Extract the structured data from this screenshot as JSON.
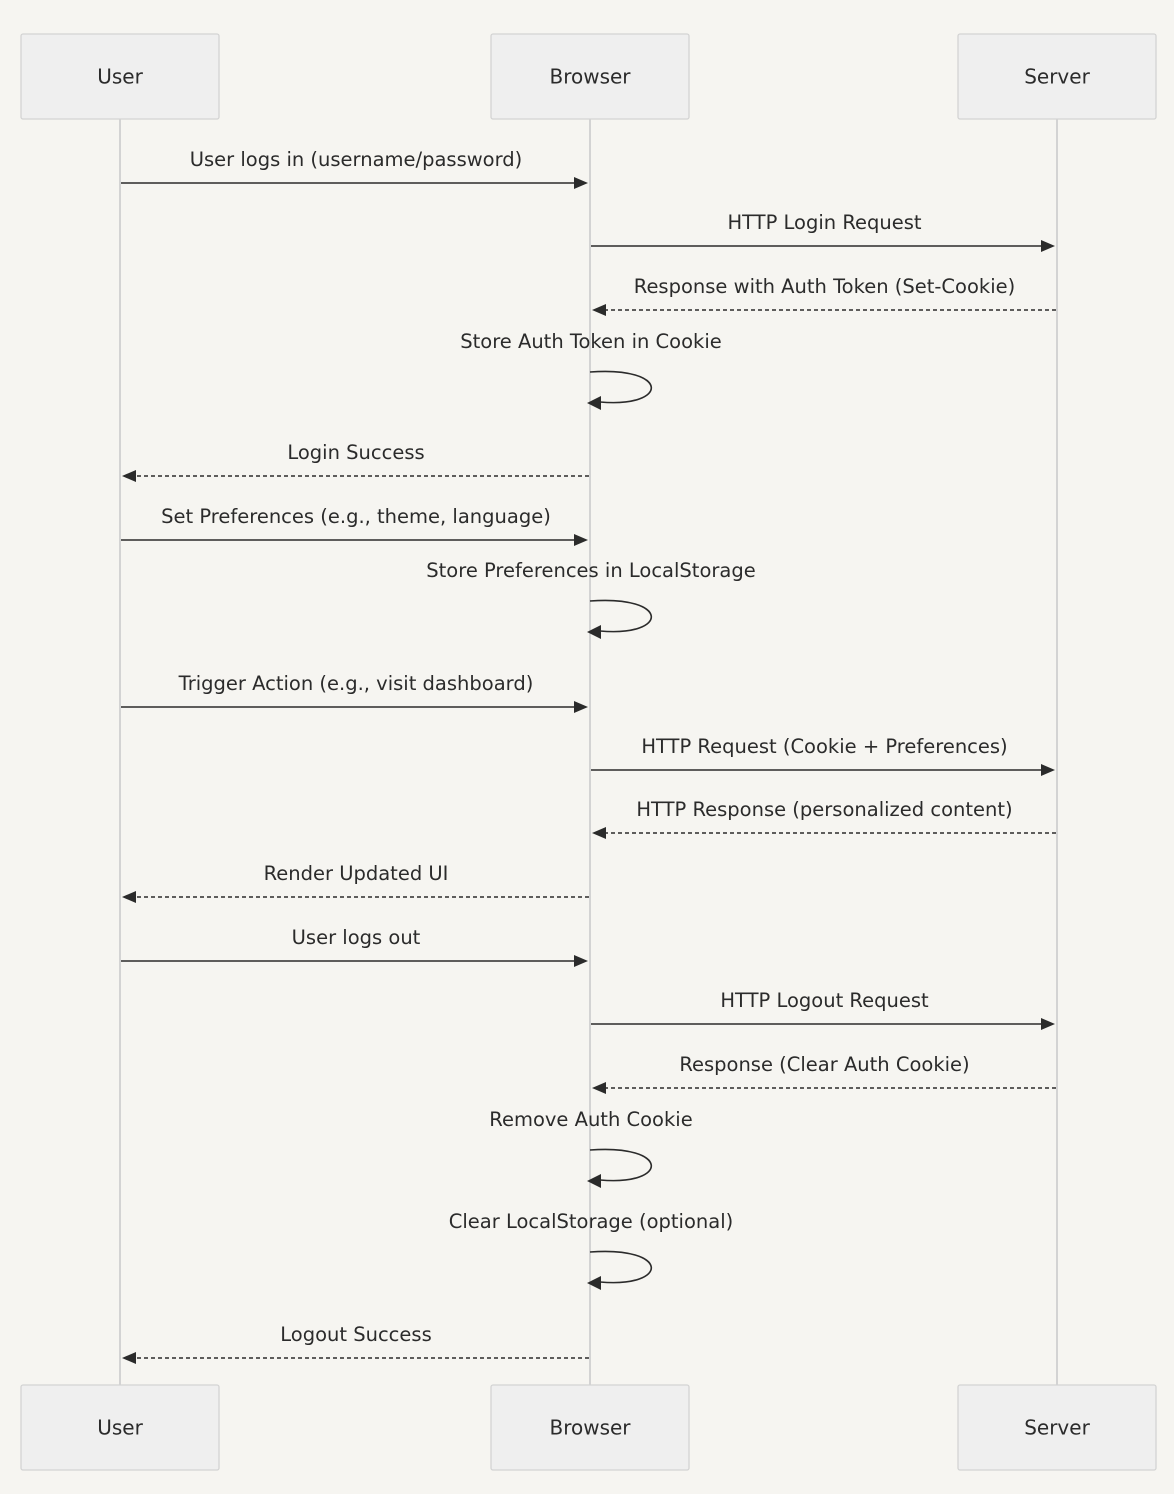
{
  "colors": {
    "background": "#f6f5f1",
    "actor_fill": "#efefef",
    "actor_border": "#d3d3d3",
    "lifeline": "#d3d3d3",
    "line": "#2b2b2b",
    "text": "#2b2b2b"
  },
  "actors": [
    {
      "id": "user",
      "label": "User"
    },
    {
      "id": "browser",
      "label": "Browser"
    },
    {
      "id": "server",
      "label": "Server"
    }
  ],
  "messages": [
    {
      "from": "user",
      "to": "browser",
      "style": "solid",
      "label": "User logs in (username/password)"
    },
    {
      "from": "browser",
      "to": "server",
      "style": "solid",
      "label": "HTTP Login Request"
    },
    {
      "from": "server",
      "to": "browser",
      "style": "dashed",
      "label": "Response with Auth Token (Set-Cookie)"
    },
    {
      "from": "browser",
      "to": "browser",
      "style": "solid",
      "label": "Store Auth Token in Cookie"
    },
    {
      "from": "browser",
      "to": "user",
      "style": "dashed",
      "label": "Login Success"
    },
    {
      "from": "user",
      "to": "browser",
      "style": "solid",
      "label": "Set Preferences (e.g., theme, language)"
    },
    {
      "from": "browser",
      "to": "browser",
      "style": "solid",
      "label": "Store Preferences in LocalStorage"
    },
    {
      "from": "user",
      "to": "browser",
      "style": "solid",
      "label": "Trigger Action (e.g., visit dashboard)"
    },
    {
      "from": "browser",
      "to": "server",
      "style": "solid",
      "label": "HTTP Request (Cookie + Preferences)"
    },
    {
      "from": "server",
      "to": "browser",
      "style": "dashed",
      "label": "HTTP Response (personalized content)"
    },
    {
      "from": "browser",
      "to": "user",
      "style": "dashed",
      "label": "Render Updated UI"
    },
    {
      "from": "user",
      "to": "browser",
      "style": "solid",
      "label": "User logs out"
    },
    {
      "from": "browser",
      "to": "server",
      "style": "solid",
      "label": "HTTP Logout Request"
    },
    {
      "from": "server",
      "to": "browser",
      "style": "dashed",
      "label": "Response (Clear Auth Cookie)"
    },
    {
      "from": "browser",
      "to": "browser",
      "style": "solid",
      "label": "Remove Auth Cookie"
    },
    {
      "from": "browser",
      "to": "browser",
      "style": "solid",
      "label": "Clear LocalStorage (optional)"
    },
    {
      "from": "browser",
      "to": "user",
      "style": "dashed",
      "label": "Logout Success"
    }
  ]
}
